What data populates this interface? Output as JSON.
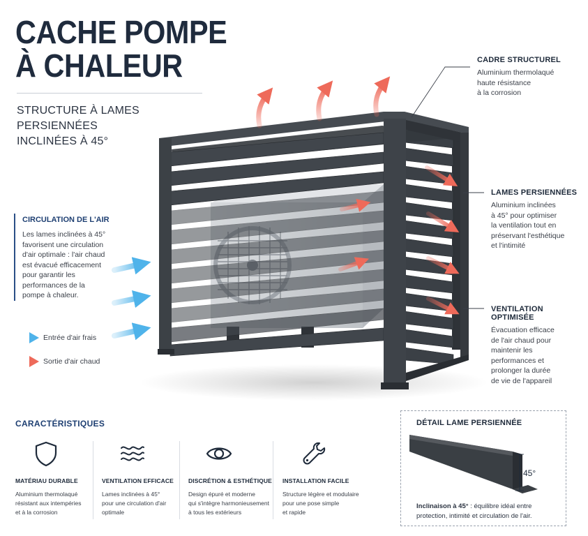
{
  "title": {
    "line1": "CACHE POMPE",
    "line2": "À CHALEUR"
  },
  "subtitle": {
    "line1": "STRUCTURE À LAMES PERSIENNÉES",
    "line2": "INCLINÉES À 45°"
  },
  "callouts": {
    "frame": {
      "label": "CADRE STRUCTUREL",
      "text": [
        "Aluminium thermolaqué",
        "haute résistance",
        "à la corrosion"
      ]
    },
    "louvers": {
      "label": "LAMES PERSIENNÉES",
      "text": [
        "Aluminium inclinées",
        "à 45° pour optimiser",
        "la ventilation tout en",
        "préservant l'esthétique",
        "et l'intimité"
      ]
    },
    "ventilation": {
      "label": "VENTILATION OPTIMISÉE",
      "text": [
        "Évacuation efficace",
        "de l'air chaud pour",
        "maintenir les",
        "performances et",
        "prolonger la durée",
        "de vie de l'appareil"
      ]
    }
  },
  "airflow": {
    "title": "CIRCULATION DE L'AIR",
    "text": [
      "Les lames inclinées à 45°",
      "favorisent une circulation",
      "d'air optimale : l'air chaud",
      "est évacué efficacement",
      "pour garantir les",
      "performances de la",
      "pompe à chaleur."
    ],
    "legend": {
      "cold": "Entrée d'air frais",
      "hot": "Sortie d'air chaud"
    }
  },
  "features": {
    "heading": "CARACTÉRISTIQUES",
    "items": [
      {
        "icon": "shield-icon",
        "label": "MATÉRIAU DURABLE",
        "desc": [
          "Aluminium thermolaqué",
          "résistant aux intempéries",
          "et à la corrosion"
        ]
      },
      {
        "icon": "wind-waves-icon",
        "label": "VENTILATION EFFICACE",
        "desc": [
          "Lames inclinées à 45°",
          "pour une circulation d'air",
          "optimale"
        ]
      },
      {
        "icon": "eye-icon",
        "label": "DISCRÉTION & ESTHÉTIQUE",
        "desc": [
          "Design épuré et moderne",
          "qui s'intègre harmonieusement",
          "à tous les extérieurs"
        ]
      },
      {
        "icon": "wrench-icon",
        "label": "INSTALLATION FACILE",
        "desc": [
          "Structure légère et modulaire",
          "pour une pose simple",
          "et rapide"
        ]
      }
    ]
  },
  "detail": {
    "title": "DÉTAIL LAME PERSIENNÉE",
    "angle": "45°",
    "caption_bold": "Inclinaison à 45°",
    "caption_line1": " : équilibre idéal entre",
    "caption_line2": "protection, intimité et circulation de l'air."
  },
  "colors": {
    "frame": "#3a3f44",
    "frame_dark": "#2a2e33",
    "accent_blue": "#1e3f72",
    "cold_air": "#4fb3ea",
    "hot_air": "#ee6a5a",
    "unit": "#c9ccd0"
  }
}
